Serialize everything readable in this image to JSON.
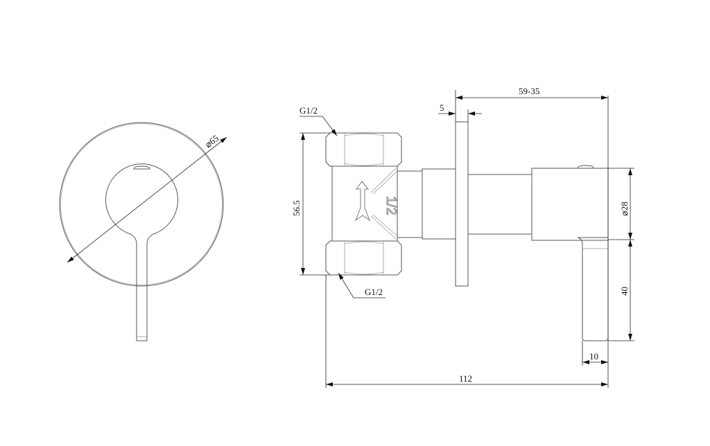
{
  "drawing": {
    "front_view": {
      "diameter_label": "⌀65"
    },
    "side_view": {
      "inlet_top_label": "G1/2",
      "inlet_bottom_label": "G1/2",
      "body_embossed_text": "1/2",
      "height_label": "56.5",
      "plate_thickness_label": "5",
      "adjust_range_label": "59-35",
      "handle_diameter_label": "⌀28",
      "handle_length_label": "40",
      "handle_width_label": "10",
      "overall_length_label": "112"
    }
  }
}
